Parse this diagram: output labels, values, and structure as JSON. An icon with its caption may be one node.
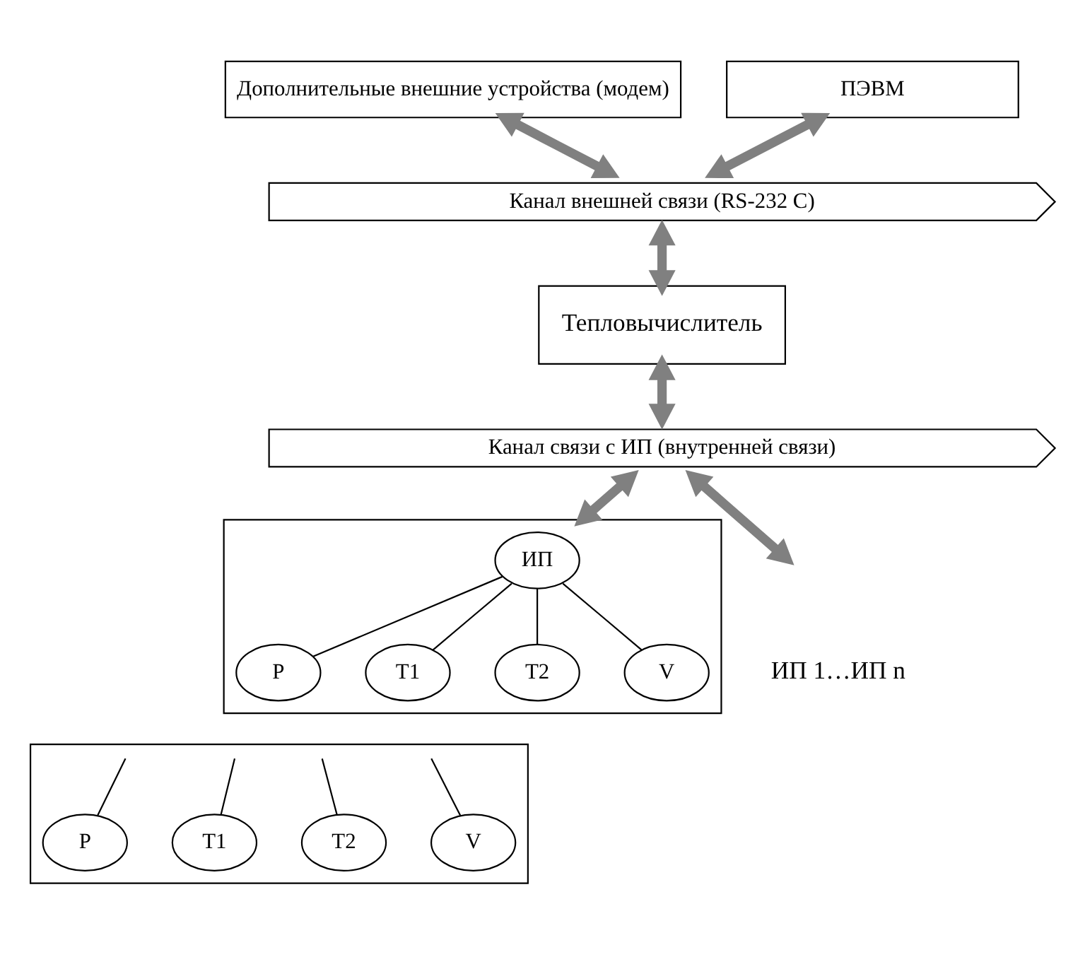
{
  "diagram": {
    "nodes": [
      {
        "text": [
          "Дополнительные внешние устройства (модем)"
        ]
      },
      {
        "text": [
          "ПЭВМ"
        ]
      },
      {
        "text": [
          "Канал внешней связи (RS-232 C)"
        ]
      },
      {
        "text": [
          "Тепловычислитель"
        ]
      },
      {
        "text": [
          "Канал связи с ИП (внутренней связи)"
        ]
      },
      {
        "text": [],
        "shape": "box"
      },
      {
        "text": [
          "ИП"
        ],
        "in": 5
      },
      {
        "text": [
          "P"
        ],
        "in": 5
      },
      {
        "text": [
          "T1"
        ],
        "in": 5
      },
      {
        "text": [
          "T2"
        ],
        "in": 5
      },
      {
        "text": [
          "V"
        ],
        "in": 5
      },
      {
        "text": [],
        "shape": "box"
      },
      {
        "text": [
          "P"
        ],
        "in": 11
      },
      {
        "text": [
          "T1"
        ],
        "in": 11
      },
      {
        "text": [
          "T2"
        ],
        "in": 11
      },
      {
        "text": [
          "V"
        ],
        "in": 11
      }
    ],
    "edges": [
      {
        "from": 0,
        "to": 2,
        "arrow": "both",
        "style": "thick",
        "color": "#808080"
      },
      {
        "from": 1,
        "to": 2,
        "arrow": "both",
        "style": "thick",
        "color": "#808080"
      },
      {
        "from": 2,
        "to": 3,
        "arrow": "both",
        "style": "thick",
        "color": "#808080"
      },
      {
        "from": 3,
        "to": 4,
        "arrow": "both",
        "style": "thick",
        "color": "#808080"
      },
      {
        "from": 4,
        "to": 5,
        "arrow": "both",
        "style": "thick",
        "color": "#808080"
      },
      {
        "from": 4,
        "to": null,
        "arrow": "both",
        "style": "thick",
        "color": "#808080"
      },
      {
        "from": 6,
        "to": 7,
        "arrow": "none"
      },
      {
        "from": 6,
        "to": 8,
        "arrow": "none"
      },
      {
        "from": 6,
        "to": 9,
        "arrow": "none"
      },
      {
        "from": 6,
        "to": 10,
        "arrow": "none"
      },
      {
        "from": null,
        "to": 12,
        "arrow": "none"
      },
      {
        "from": null,
        "to": 13,
        "arrow": "none"
      },
      {
        "from": null,
        "to": 14,
        "arrow": "none"
      },
      {
        "from": null,
        "to": 15,
        "arrow": "none"
      }
    ],
    "labels": [
      "ИП 1…ИП n"
    ]
  }
}
